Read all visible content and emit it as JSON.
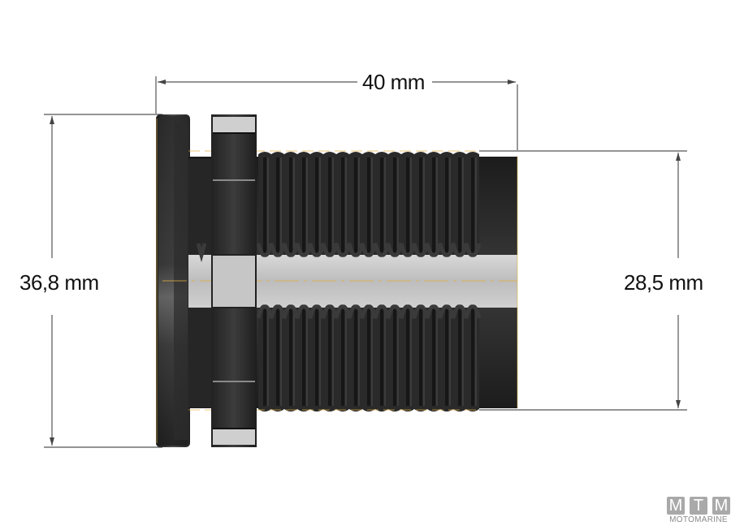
{
  "drawing": {
    "subject": "threaded through-hull fitting with lock nut (side view)",
    "colors": {
      "body": "#2b2b2b",
      "body_dark": "#1a1a1a",
      "bore": "#c8c8c8",
      "dimension_line": "#555555",
      "centerline": "#e0b040",
      "logo_gray": "#a9a9a9"
    }
  },
  "dimensions": {
    "overall_length": {
      "label": "40 mm",
      "value": 40,
      "unit": "mm"
    },
    "flange_diameter": {
      "label": "36,8 mm",
      "value": 36.8,
      "unit": "mm"
    },
    "thread_diameter": {
      "label": "28,5 mm",
      "value": 28.5,
      "unit": "mm"
    }
  },
  "logo": {
    "letters": [
      "M",
      "T",
      "M"
    ],
    "subtitle": "MOTOMARINE"
  }
}
